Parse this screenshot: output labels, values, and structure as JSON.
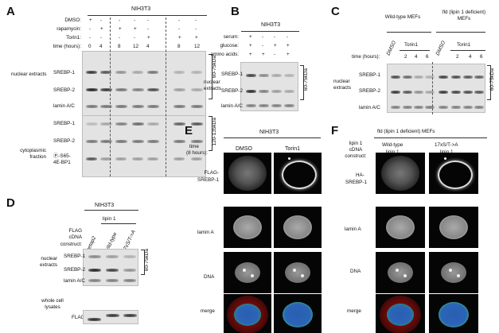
{
  "panels": {
    "A": {
      "letter": "A",
      "cell_line": "NIH3T3",
      "treatments": [
        "DMSO:",
        "rapamycin:",
        "Torin1:",
        "time (hours):"
      ],
      "dmso_marks": [
        "+",
        "-",
        "-",
        "-",
        "-",
        "-",
        "-"
      ],
      "rapa_marks": [
        "-",
        "+",
        "+",
        "+",
        "-",
        "-",
        "-"
      ],
      "torin_marks": [
        "-",
        "-",
        "-",
        "-",
        "+",
        "+",
        "+"
      ],
      "times": [
        "0",
        "4",
        "8",
        "12",
        "4",
        "8",
        "12"
      ],
      "groups": [
        "nuclear extracts",
        "cytoplasmic fraction"
      ],
      "nuclear_rows": [
        "SREBP-1",
        "SREBP-2",
        "lamin A/C"
      ],
      "cyto_rows": [
        "SREBP-1",
        "SREBP-2",
        "Ⓟ-S65-",
        "4E-BP1"
      ],
      "mw_nuclear": "60-75kDa",
      "mw_cyto": "120-135kDa"
    },
    "B": {
      "letter": "B",
      "cell_line": "NIH3T3",
      "treatments": [
        "serum:",
        "glucose:",
        "amino acids:"
      ],
      "serum_marks": [
        "+",
        "-",
        "-",
        "-"
      ],
      "glucose_marks": [
        "+",
        "-",
        "+",
        "+"
      ],
      "aa_marks": [
        "+",
        "+",
        "-",
        "+"
      ],
      "group": "nuclear extracts",
      "rows": [
        "SREBP-1",
        "SREBP-2",
        "lamin A/C"
      ],
      "mw": "60-75kDa"
    },
    "C": {
      "letter": "C",
      "wt_label": "Wild-type MEFs",
      "fld_label": "fld (lipin 1 deficient) MEFs",
      "dmso": "DMSO",
      "torin": "Torin1",
      "time_label": "time (hours):",
      "times": [
        "2",
        "4",
        "6",
        "2",
        "4",
        "6"
      ],
      "group": "nuclear extracts",
      "rows": [
        "SREBP-1",
        "SREBP-2",
        "lamin A/C"
      ],
      "mw": "60-75kDa"
    },
    "D": {
      "letter": "D",
      "cell_line": "NIH3T3",
      "lipin_label": "lipin 1",
      "construct_label": [
        "FLAG",
        "cDNA",
        "construct:"
      ],
      "constructs": [
        "metap2",
        "Wild-type",
        "17xS/T->A"
      ],
      "group1": "nuclear extracts",
      "rows": [
        "SREBP-1",
        "SREBP-2",
        "lamin A/C"
      ],
      "group2": [
        "whole cell",
        "lysates"
      ],
      "flag_row": "FLAG",
      "mw": "60-75kDa"
    },
    "E": {
      "letter": "E",
      "cell_line": "NIH3T3",
      "time_label": [
        "time",
        "(8 hours):"
      ],
      "cols": [
        "DMSO",
        "Torin1"
      ],
      "rows": [
        "FLAG-\nSREBP-1",
        "lamin A",
        "DNA",
        "merge"
      ],
      "row1_a": "FLAG-",
      "row1_b": "SREBP-1"
    },
    "F": {
      "letter": "F",
      "header": "fld (lipin 1 deficient) MEFs",
      "construct_label": [
        "lipin 1",
        "cDNA",
        "construct:"
      ],
      "cols": [
        "Wild-type\nlipin 1",
        "17xS/T->A\nlipin 1"
      ],
      "col1_a": "Wild-type",
      "col1_b": "lipin 1",
      "col2_a": "17xS/T->A",
      "col2_b": "lipin 1",
      "row1_a": "HA-",
      "row1_b": "SREBP-1",
      "rows_rest": [
        "lamin A",
        "DNA",
        "merge"
      ]
    }
  }
}
